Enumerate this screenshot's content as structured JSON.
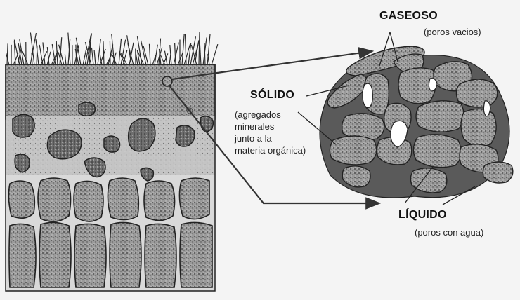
{
  "labels": {
    "gaseoso": {
      "title": "GASEOSO",
      "sub": "(poros vacios)"
    },
    "solido": {
      "title": "SÓLIDO",
      "sub_lines": [
        "(agregados",
        "minerales",
        "junto a la",
        "materia orgánica)"
      ]
    },
    "liquido": {
      "title": "LÍQUIDO",
      "sub": "(poros con agua)"
    }
  },
  "colors": {
    "background": "#f4f4f4",
    "ink": "#1a1a1a",
    "soil_texture": "#7a7a7a",
    "grass": "#2a2a2a"
  }
}
